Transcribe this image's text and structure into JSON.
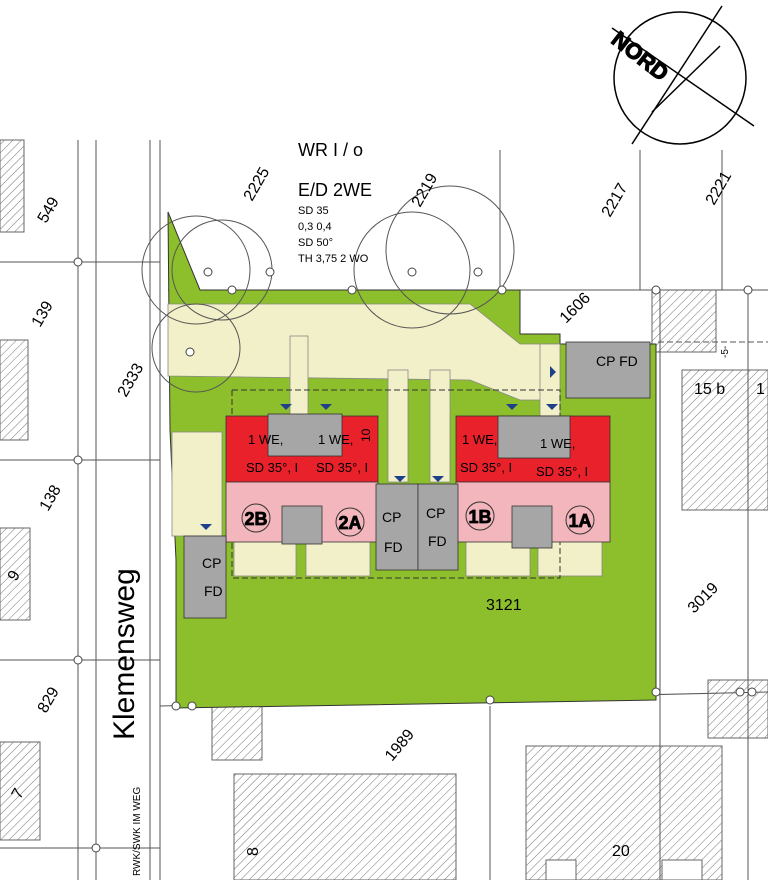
{
  "north": {
    "label": "NORD"
  },
  "zoning": {
    "line1": "WR I / o",
    "line2": "E/D 2WE",
    "line3": "SD 35",
    "line4": "0,3   0,4",
    "line5": "SD 50°",
    "line6": "TH 3,75  2 WO"
  },
  "street": {
    "name": "Klemensweg",
    "side_note": "RWK/SWK IM WEG"
  },
  "parcels": {
    "p549": "549",
    "p139": "139",
    "p138": "138",
    "p9": "9",
    "p829": "829",
    "p7": "7",
    "p2333": "2333",
    "p2225": "2225",
    "p2219": "2219",
    "p2217": "2217",
    "p2221": "2221",
    "p1606": "1606",
    "p3121": "3121",
    "p3019": "3019",
    "p1989": "1989",
    "p15b": "15 b",
    "p1": "1",
    "p8": "8",
    "p20": "20",
    "p5": "-5-"
  },
  "units": {
    "u2B": {
      "id": "2B",
      "we": "1 WE,",
      "roof": "SD 35°, I"
    },
    "u2A": {
      "id": "2A",
      "we": "1 WE,",
      "roof": "SD 35°, I",
      "extra": "10"
    },
    "u1B": {
      "id": "1B",
      "we": "1 WE,",
      "roof": "SD 35°, I"
    },
    "u1A": {
      "id": "1A",
      "we": "1 WE,",
      "roof": "SD 35°, I"
    }
  },
  "carports": {
    "left": {
      "l1": "CP",
      "l2": "FD"
    },
    "mid1": {
      "l1": "CP",
      "l2": "FD"
    },
    "mid2": {
      "l1": "CP",
      "l2": "FD"
    },
    "topright": {
      "l1": "CP FD"
    }
  },
  "colors": {
    "lawn": "#8cbf2b",
    "path": "#f2f0c8",
    "house_upper": "#e8212a",
    "house_lower": "#f4b6bd",
    "carport": "#a6a6a6",
    "arrow": "#1f3f8a"
  }
}
